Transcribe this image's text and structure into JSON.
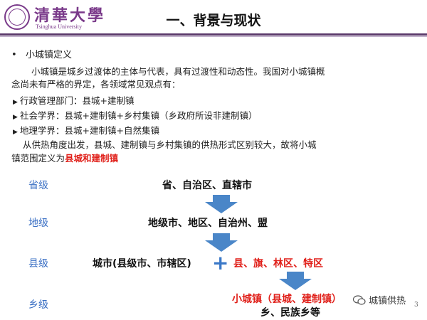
{
  "header": {
    "university_cn": "清華大學",
    "university_en": "Tsinghua University",
    "title": "一、背景与现状"
  },
  "body": {
    "bullet": "小城镇定义",
    "paragraph1_line1": "小城镇是城乡过渡体的主体与代表，具有过渡性和动态性。我国对小城镇概",
    "paragraph1_line2": "念尚未有严格的界定，各领域常见观点有：",
    "items": [
      "行政管理部门：县城+建制镇",
      "社会学界：县城+建制镇+乡村集镇（乡政府所设非建制镇）",
      "地理学界：县城+建制镇+自然集镇"
    ],
    "paragraph2_line1": "从供热角度出发，县城、建制镇与乡村集镇的供热形式区别较大，故将小城",
    "paragraph2_line2_prefix": "镇范围定义为",
    "paragraph2_line2_highlight": "县城和建制镇"
  },
  "diagram": {
    "levels": [
      "省级",
      "地级",
      "县级",
      "乡级"
    ],
    "province": "省、自治区、直辖市",
    "prefecture": "地级市、地区、自治州、盟",
    "county_left": "城市(县级市、市辖区)",
    "plus": "+",
    "county_right": "县、旗、林区、特区",
    "small_town": "小城镇（县城、建制镇）",
    "township": "乡、民族乡等"
  },
  "footer": {
    "wechat_label": "城镇供热",
    "page_number": "3"
  },
  "colors": {
    "accent_purple": "#7a3a8a",
    "level_blue": "#3a6fc4",
    "arrow_blue": "#4a86c8",
    "highlight_red": "#e0201a"
  },
  "icons": {
    "logo": "tsinghua-seal-icon",
    "bullet": "bullet-dot-icon",
    "item_marker": "triangle-right-icon",
    "down_arrow": "down-arrow-icon",
    "wechat": "wechat-icon"
  }
}
